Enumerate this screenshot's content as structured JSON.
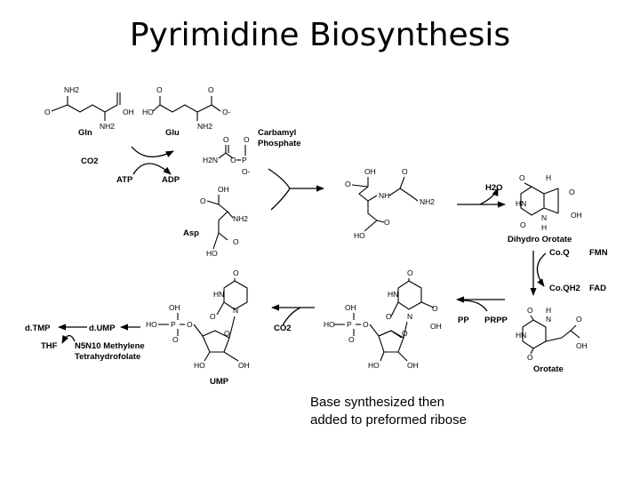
{
  "slide": {
    "title": "Pyrimidine Biosynthesis",
    "caption": [
      "Base synthesized then",
      "added to preformed ribose"
    ]
  },
  "molecules": {
    "gln": {
      "name": "Gln",
      "nh2_top": "NH2",
      "nh2_bottom": "NH2",
      "o": "O",
      "oh": "OH"
    },
    "glu": {
      "name": "Glu",
      "ho": "HO",
      "o_left": "O",
      "o_right": "O",
      "o_minus": "O-",
      "nh2": "NH2"
    },
    "carbamyl_phosphate": {
      "name_line1": "Carbamyl",
      "name_line2": "Phosphate",
      "h2n": "H2N",
      "o_top": "O",
      "o_mid": "O",
      "p": "P",
      "o_right": "O",
      "o_bottom": "O-"
    },
    "asp": {
      "name": "Asp",
      "oh": "OH",
      "nh2": "NH2",
      "o_top": "O",
      "o_bottom": "O",
      "ho": "HO"
    },
    "carbamoyl_aspartate": {
      "oh": "OH",
      "o_top": "O",
      "nh": "NH",
      "o_right": "O",
      "nh2": "NH2",
      "o_bottom": "O",
      "ho": "HO"
    },
    "dihydro_orotate": {
      "name": "Dihydro Orotate",
      "o_top": "O",
      "h_top": "H",
      "o_right": "O",
      "hn": "HN",
      "oh": "OH",
      "o_bottom": "O",
      "n": "N",
      "h_bottom": "H"
    },
    "orotate": {
      "name": "Orotate",
      "o_top": "O",
      "h": "H",
      "n": "N",
      "hn": "HN",
      "oh": "OH",
      "o_bottom": "O",
      "o_right": "O"
    },
    "omp": {
      "o_top": "O",
      "hn": "HN",
      "o_ring": "O",
      "n": "N",
      "oh_p": "OH",
      "ho": "HO",
      "p": "P",
      "o": "O",
      "o_ester": "O",
      "o_bottom": "O",
      "oh_right": "OH",
      "o_sugar": "O",
      "ho_sugar": "HO",
      "oh_sugar": "OH"
    },
    "ump": {
      "name": "UMP",
      "o_top": "O",
      "hn": "HN",
      "o_ring": "O",
      "n": "N",
      "oh_p": "OH",
      "ho": "HO",
      "p": "P",
      "o_ester": "O",
      "o_bottom": "O",
      "o_sugar": "O",
      "ho_sugar": "HO",
      "oh_sugar": "OH"
    }
  },
  "cofactors": {
    "co2_top": "CO2",
    "atp": "ATP",
    "adp": "ADP",
    "h2o": "H2O",
    "coq": "Co.Q",
    "fmn": "FMN",
    "coqh2": "Co.QH2",
    "fad": "FAD",
    "pp": "PP",
    "prpp": "PRPP",
    "co2_bottom": "CO2",
    "dtmp": "d.TMP",
    "dump": "d.UMP",
    "thf": "THF",
    "n5n10_line1": "N5N10 Methylene",
    "n5n10_line2": "Tetrahydrofolate"
  }
}
